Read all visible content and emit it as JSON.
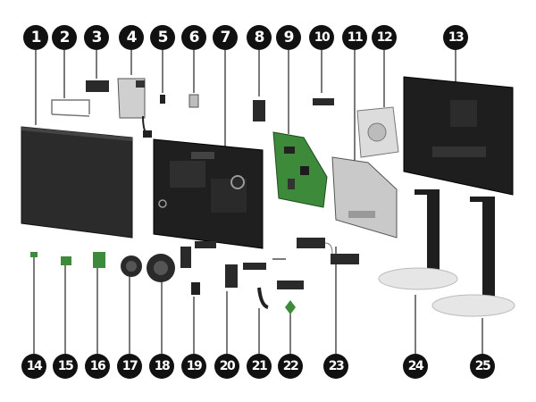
{
  "diagram": {
    "callouts": {
      "c1": "1",
      "c2": "2",
      "c3": "3",
      "c4": "4",
      "c5": "5",
      "c6": "6",
      "c7": "7",
      "c8": "8",
      "c9": "9",
      "c10": "10",
      "c11": "11",
      "c12": "12",
      "c13": "13",
      "c14": "14",
      "c15": "15",
      "c16": "16",
      "c17": "17",
      "c18": "18",
      "c19": "19",
      "c20": "20",
      "c21": "21",
      "c22": "22",
      "c23": "23",
      "c24": "24",
      "c25": "25"
    },
    "colors": {
      "callout_fill": "#111111",
      "callout_text": "#ffffff",
      "leader": "#222222",
      "panel_dark": "#2b2b2b",
      "board_green": "#3d8a3a",
      "metal_gray": "#c9c9c9",
      "stand_black": "#1e1e1e",
      "stand_base": "#e6e6e6"
    }
  }
}
